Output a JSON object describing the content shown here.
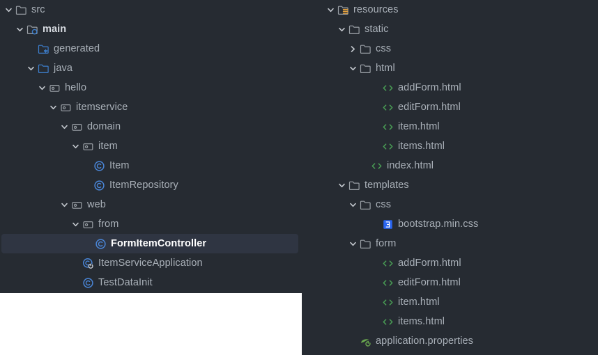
{
  "theme": {
    "background": "#262b32",
    "selection_background": "#2f3542",
    "text": "#a9b0b8",
    "text_selected": "#ffffff",
    "folder_gray": "#9aa0a6",
    "folder_blue": "#3d7ecc",
    "html_green": "#499c54",
    "class_blue": "#4a86d8",
    "css_blue": "#2965f1",
    "resource_orange": "#e8a33d",
    "spring_green": "#6aa84f",
    "cutout_white": "#ffffff"
  },
  "left_tree": {
    "name": "project-tree-src",
    "rows": [
      {
        "label": "src",
        "depth": 0,
        "arrow": "expanded",
        "icon": "folder-gray",
        "bold": false,
        "selected": false
      },
      {
        "label": "main",
        "depth": 1,
        "arrow": "expanded",
        "icon": "folder-module",
        "bold": true,
        "selected": false
      },
      {
        "label": "generated",
        "depth": 2,
        "arrow": "none",
        "icon": "folder-generated",
        "bold": false,
        "selected": false
      },
      {
        "label": "java",
        "depth": 2,
        "arrow": "expanded",
        "icon": "folder-sources",
        "bold": false,
        "selected": false
      },
      {
        "label": "hello",
        "depth": 3,
        "arrow": "expanded",
        "icon": "package",
        "bold": false,
        "selected": false
      },
      {
        "label": "itemservice",
        "depth": 4,
        "arrow": "expanded",
        "icon": "package",
        "bold": false,
        "selected": false
      },
      {
        "label": "domain",
        "depth": 5,
        "arrow": "expanded",
        "icon": "package",
        "bold": false,
        "selected": false
      },
      {
        "label": "item",
        "depth": 6,
        "arrow": "expanded",
        "icon": "package",
        "bold": false,
        "selected": false
      },
      {
        "label": "Item",
        "depth": 7,
        "arrow": "none",
        "icon": "java-class",
        "bold": false,
        "selected": false
      },
      {
        "label": "ItemRepository",
        "depth": 7,
        "arrow": "none",
        "icon": "java-class",
        "bold": false,
        "selected": false
      },
      {
        "label": "web",
        "depth": 5,
        "arrow": "expanded",
        "icon": "package",
        "bold": false,
        "selected": false
      },
      {
        "label": "from",
        "depth": 6,
        "arrow": "expanded",
        "icon": "package",
        "bold": false,
        "selected": false
      },
      {
        "label": "FormItemController",
        "depth": 7,
        "arrow": "none",
        "icon": "java-class",
        "bold": false,
        "selected": true
      },
      {
        "label": "ItemServiceApplication",
        "depth": 6,
        "arrow": "none",
        "icon": "spring-boot-class",
        "bold": false,
        "selected": false
      },
      {
        "label": "TestDataInit",
        "depth": 6,
        "arrow": "none",
        "icon": "java-class",
        "bold": false,
        "selected": false
      }
    ]
  },
  "right_tree": {
    "name": "project-tree-resources",
    "rows": [
      {
        "label": "resources",
        "depth": 0,
        "arrow": "expanded",
        "icon": "folder-resources",
        "bold": false,
        "selected": false
      },
      {
        "label": "static",
        "depth": 1,
        "arrow": "expanded",
        "icon": "folder-gray",
        "bold": false,
        "selected": false
      },
      {
        "label": "css",
        "depth": 2,
        "arrow": "collapsed",
        "icon": "folder-gray",
        "bold": false,
        "selected": false
      },
      {
        "label": "html",
        "depth": 2,
        "arrow": "expanded",
        "icon": "folder-gray",
        "bold": false,
        "selected": false
      },
      {
        "label": "addForm.html",
        "depth": 4,
        "arrow": "none",
        "icon": "html-file",
        "bold": false,
        "selected": false
      },
      {
        "label": "editForm.html",
        "depth": 4,
        "arrow": "none",
        "icon": "html-file",
        "bold": false,
        "selected": false
      },
      {
        "label": "item.html",
        "depth": 4,
        "arrow": "none",
        "icon": "html-file",
        "bold": false,
        "selected": false
      },
      {
        "label": "items.html",
        "depth": 4,
        "arrow": "none",
        "icon": "html-file",
        "bold": false,
        "selected": false
      },
      {
        "label": "index.html",
        "depth": 3,
        "arrow": "none",
        "icon": "html-file",
        "bold": false,
        "selected": false
      },
      {
        "label": "templates",
        "depth": 1,
        "arrow": "expanded",
        "icon": "folder-gray",
        "bold": false,
        "selected": false
      },
      {
        "label": "css",
        "depth": 2,
        "arrow": "expanded",
        "icon": "folder-gray",
        "bold": false,
        "selected": false
      },
      {
        "label": "bootstrap.min.css",
        "depth": 4,
        "arrow": "none",
        "icon": "css-file",
        "bold": false,
        "selected": false
      },
      {
        "label": "form",
        "depth": 2,
        "arrow": "expanded",
        "icon": "folder-gray",
        "bold": false,
        "selected": false
      },
      {
        "label": "addForm.html",
        "depth": 4,
        "arrow": "none",
        "icon": "html-file",
        "bold": false,
        "selected": false
      },
      {
        "label": "editForm.html",
        "depth": 4,
        "arrow": "none",
        "icon": "html-file",
        "bold": false,
        "selected": false
      },
      {
        "label": "item.html",
        "depth": 4,
        "arrow": "none",
        "icon": "html-file",
        "bold": false,
        "selected": false
      },
      {
        "label": "items.html",
        "depth": 4,
        "arrow": "none",
        "icon": "html-file",
        "bold": false,
        "selected": false
      },
      {
        "label": "application.properties",
        "depth": 2,
        "arrow": "none",
        "icon": "spring-properties",
        "bold": false,
        "selected": false
      }
    ]
  }
}
